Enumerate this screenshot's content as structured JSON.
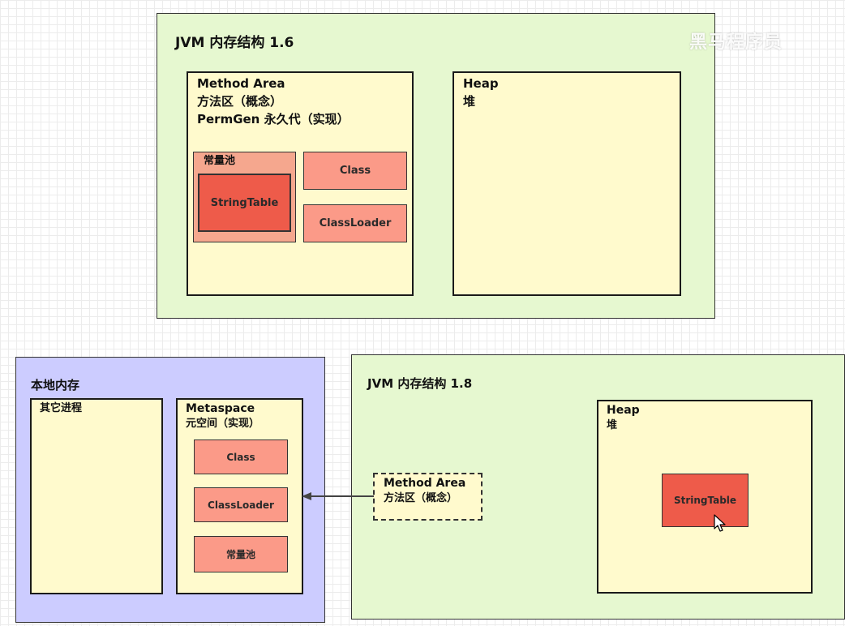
{
  "watermark": "黑马程序员",
  "jvm16": {
    "title": "JVM 内存结构 1.6",
    "method_area": {
      "line1": "Method Area",
      "line2": "方法区（概念）",
      "line3": "PermGen 永久代（实现）",
      "pool_label": "常量池",
      "string_table": "StringTable",
      "class": "Class",
      "class_loader": "ClassLoader"
    },
    "heap": {
      "line1": "Heap",
      "line2": "堆"
    }
  },
  "native": {
    "title": "本地内存",
    "other": "其它进程",
    "metaspace": {
      "line1": "Metaspace",
      "line2": "元空间（实现）",
      "class": "Class",
      "class_loader": "ClassLoader",
      "pool": "常量池"
    }
  },
  "jvm18": {
    "title": "JVM 内存结构 1.8",
    "method_area": {
      "line1": "Method Area",
      "line2": "方法区（概念）"
    },
    "heap": {
      "line1": "Heap",
      "line2": "堆",
      "string_table": "StringTable"
    }
  }
}
